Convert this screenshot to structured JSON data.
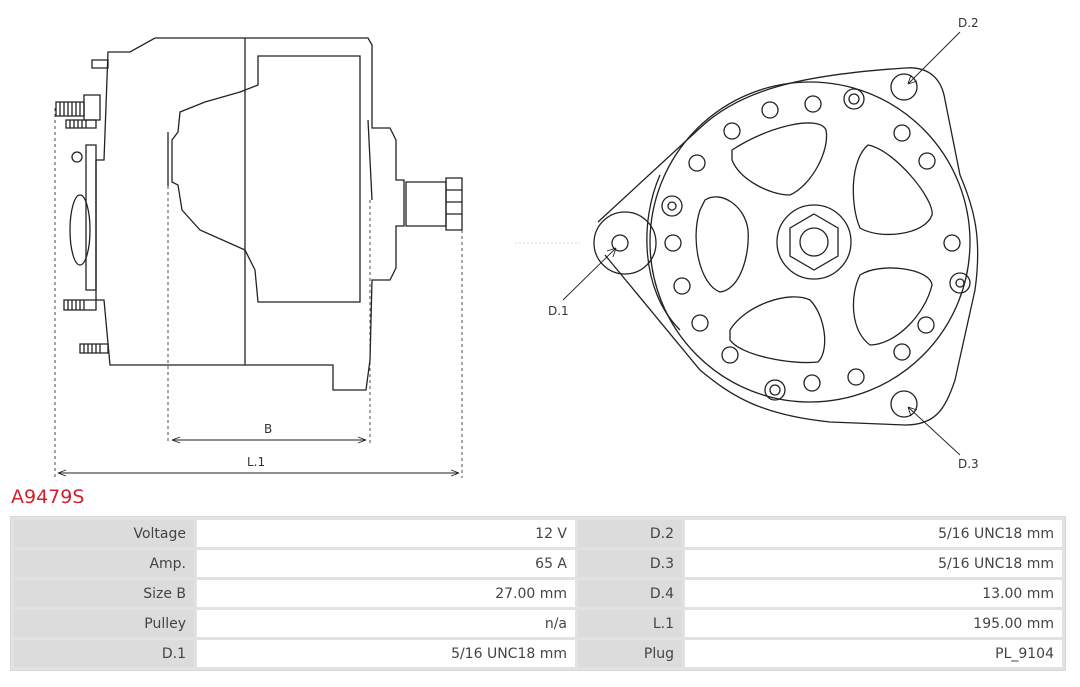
{
  "product": {
    "code": "A9479S",
    "color": "#d0202a"
  },
  "drawing": {
    "labels": {
      "b": "B",
      "l1": "L.1",
      "d1": "D.1",
      "d2": "D.2",
      "d3": "D.3"
    }
  },
  "specs": [
    {
      "label": "Voltage",
      "value": "12 V",
      "label2": "D.2",
      "value2": "5/16 UNC18 mm"
    },
    {
      "label": "Amp.",
      "value": "65 A",
      "label2": "D.3",
      "value2": "5/16 UNC18 mm"
    },
    {
      "label": "Size B",
      "value": "27.00 mm",
      "label2": "D.4",
      "value2": "13.00 mm"
    },
    {
      "label": "Pulley",
      "value": "n/a",
      "label2": "L.1",
      "value2": "195.00 mm"
    },
    {
      "label": "D.1",
      "value": "5/16 UNC18 mm",
      "label2": "Plug",
      "value2": "PL_9104"
    }
  ]
}
